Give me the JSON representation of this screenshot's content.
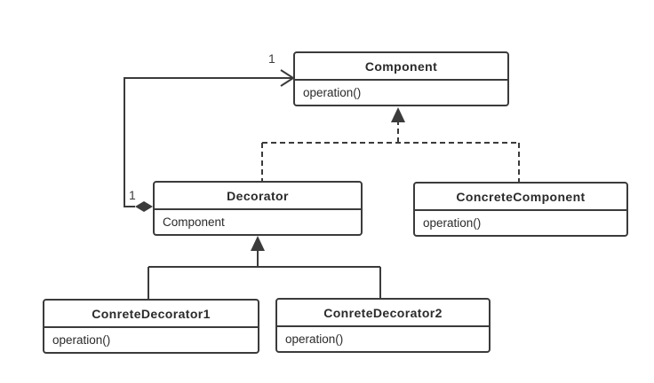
{
  "diagram": {
    "kind": "uml-class-diagram",
    "classes": [
      {
        "name": "Component",
        "members": [
          "operation()"
        ]
      },
      {
        "name": "Decorator",
        "members": [
          "Component"
        ]
      },
      {
        "name": "ConcreteComponent",
        "members": [
          "operation()"
        ]
      },
      {
        "name": "ConreteDecorator1",
        "members": [
          "operation()"
        ]
      },
      {
        "name": "ConreteDecorator2",
        "members": [
          "operation()"
        ]
      }
    ],
    "relationships": [
      {
        "type": "aggregation",
        "from": "Decorator",
        "to": "Component",
        "from_label": "1",
        "to_label": "1"
      },
      {
        "type": "generalization-dashed",
        "from": "Decorator",
        "to": "Component"
      },
      {
        "type": "generalization-dashed",
        "from": "ConcreteComponent",
        "to": "Component"
      },
      {
        "type": "generalization-solid",
        "from": "ConreteDecorator1",
        "to": "Decorator"
      },
      {
        "type": "generalization-solid",
        "from": "ConreteDecorator2",
        "to": "Decorator"
      }
    ],
    "multiplicity_labels": [
      {
        "text": "1"
      },
      {
        "text": "1"
      }
    ],
    "colors": {
      "line": "#3b3b3b",
      "text": "#2a2a2a",
      "background": "#ffffff"
    }
  }
}
